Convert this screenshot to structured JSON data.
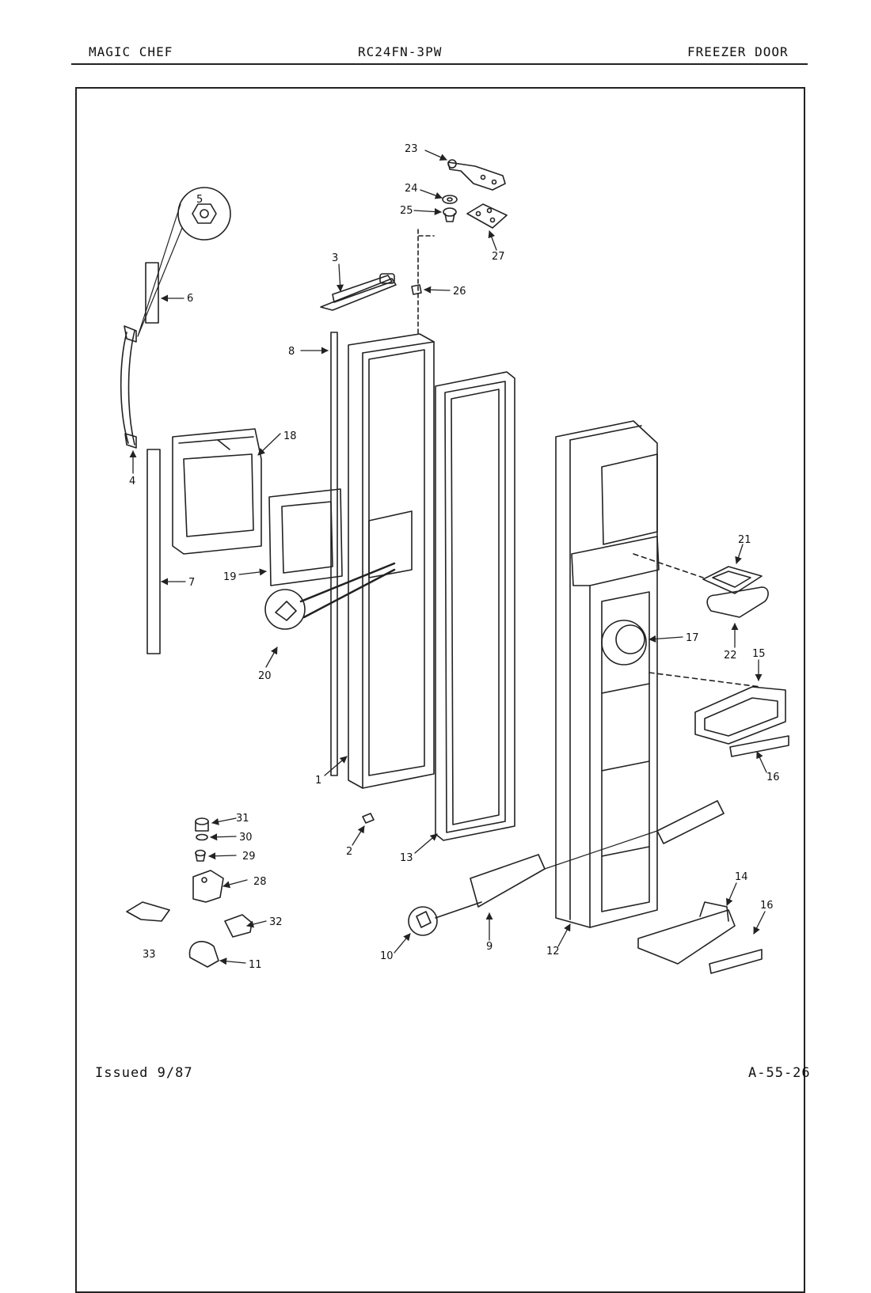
{
  "header": {
    "brand": "MAGIC CHEF",
    "model": "RC24FN-3PW",
    "section": "FREEZER DOOR"
  },
  "footer": {
    "issued": "Issued 9/87",
    "page_code": "A-55-26"
  },
  "callouts": [
    "1",
    "2",
    "3",
    "4",
    "5",
    "6",
    "7",
    "8",
    "9",
    "10",
    "11",
    "12",
    "13",
    "14",
    "15",
    "16",
    "16",
    "17",
    "18",
    "19",
    "20",
    "21",
    "22",
    "23",
    "24",
    "25",
    "26",
    "27",
    "28",
    "29",
    "30",
    "31",
    "32",
    "33"
  ]
}
